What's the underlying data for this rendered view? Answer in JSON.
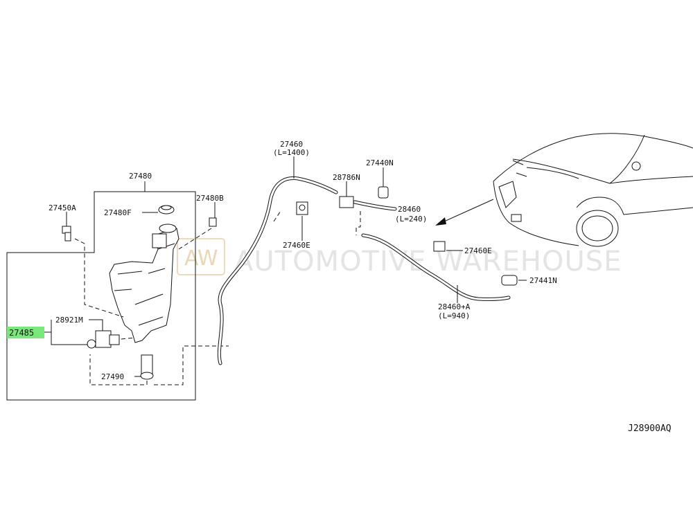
{
  "diagram_code": "J28900AQ",
  "watermark": {
    "logo": "AW",
    "text": "AUTOMOTIVE WAREHOUSE"
  },
  "highlight_color": "#79e87a",
  "parts": {
    "p27480": "27480",
    "p27480F": "27480F",
    "p27480B": "27480B",
    "p27450A": "27450A",
    "p28921M": "28921M",
    "p27485": "27485",
    "p27490": "27490",
    "p27460": "27460",
    "p27460_len": "(L=1400)",
    "p28786N": "28786N",
    "p27440N": "27440N",
    "p28460": "28460",
    "p28460_len": "(L=240)",
    "p27460E_a": "27460E",
    "p27460E_b": "27460E",
    "p27441N": "27441N",
    "p28460A": "28460+A",
    "p28460A_len": "(L=940)"
  }
}
